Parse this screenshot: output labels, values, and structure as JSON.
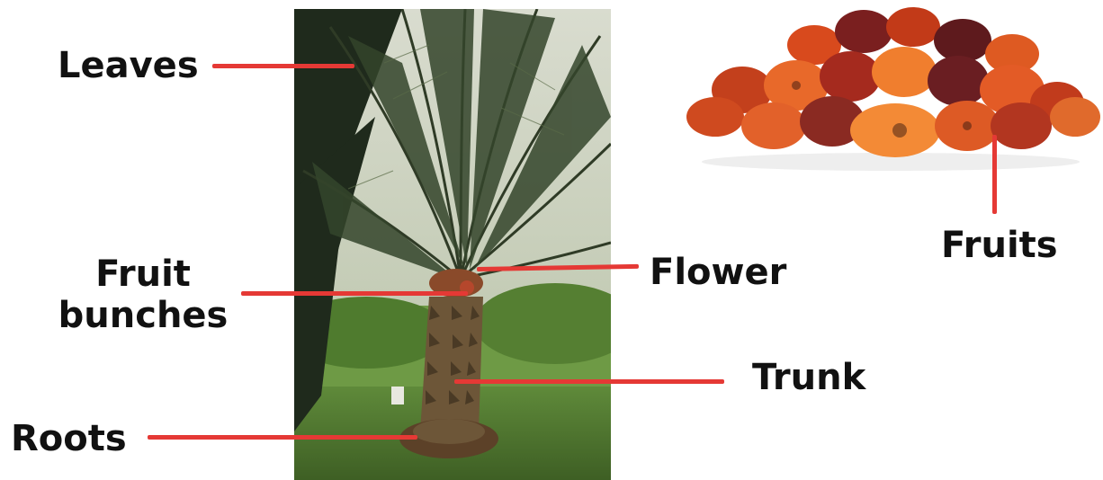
{
  "diagram": {
    "labels": {
      "leaves": "Leaves",
      "fruit_bunches_line1": "Fruit",
      "fruit_bunches_line2": "bunches",
      "flower": "Flower",
      "trunk": "Trunk",
      "roots": "Roots",
      "fruits": "Fruits"
    },
    "colors": {
      "pointer": "#e53935",
      "text": "#111111"
    },
    "images": {
      "palm_tree": "oil-palm-tree-photo",
      "fruit_pile": "oil-palm-fruit-pile"
    }
  }
}
